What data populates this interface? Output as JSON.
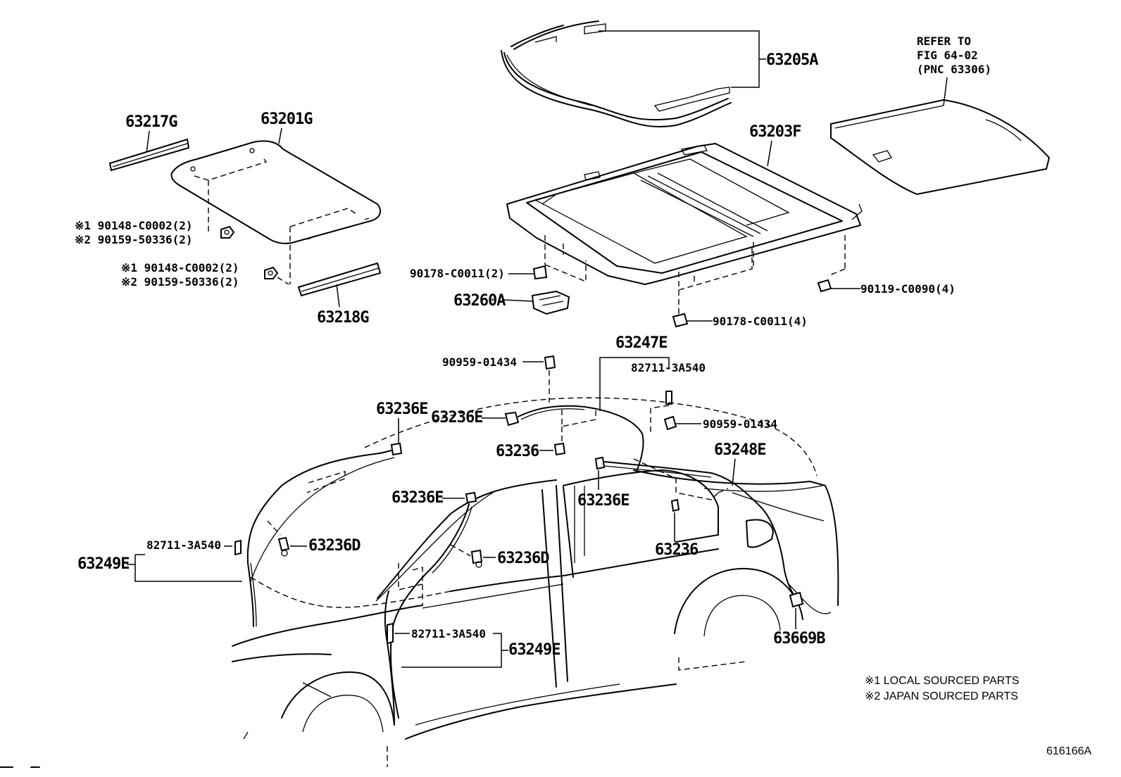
{
  "diagram": {
    "parts": {
      "p63205A": "63205A",
      "refer": [
        "REFER TO",
        "FIG 64-02",
        "(PNC 63306)"
      ],
      "p63217G": "63217G",
      "p63201G": "63201G",
      "p63203F": "63203F",
      "clip1_line1": "※1 90148-C0002(2)",
      "clip1_line2": "※2 90159-50336(2)",
      "clip2_line1": "※1 90148-C0002(2)",
      "clip2_line2": "※2 90159-50336(2)",
      "p63218G": "63218G",
      "p90178a": "90178-C0011(2)",
      "p63260A": "63260A",
      "p90119": "90119-C0090(4)",
      "p90178b": "90178-C0011(4)",
      "p63247E": "63247E",
      "p90959a": "90959-01434",
      "p82711a": "82711-3A540",
      "p63236E_a": "63236E",
      "p63236E_b": "63236E",
      "p90959b": "90959-01434",
      "p63236_a": "63236",
      "p63248E": "63248E",
      "p63236E_c": "63236E",
      "p63236E_d": "63236E",
      "p82711b": "82711-3A540",
      "p63236D_a": "63236D",
      "p63249E_a": "63249E",
      "p63236D_b": "63236D",
      "p63236_b": "63236",
      "p63669B": "63669B",
      "p82711c": "82711-3A540",
      "p63249E_b": "63249E"
    },
    "notes": [
      "※1 LOCAL SOURCED PARTS",
      "※2 JAPAN SOURCED PARTS"
    ],
    "figure_id": "616166A"
  }
}
